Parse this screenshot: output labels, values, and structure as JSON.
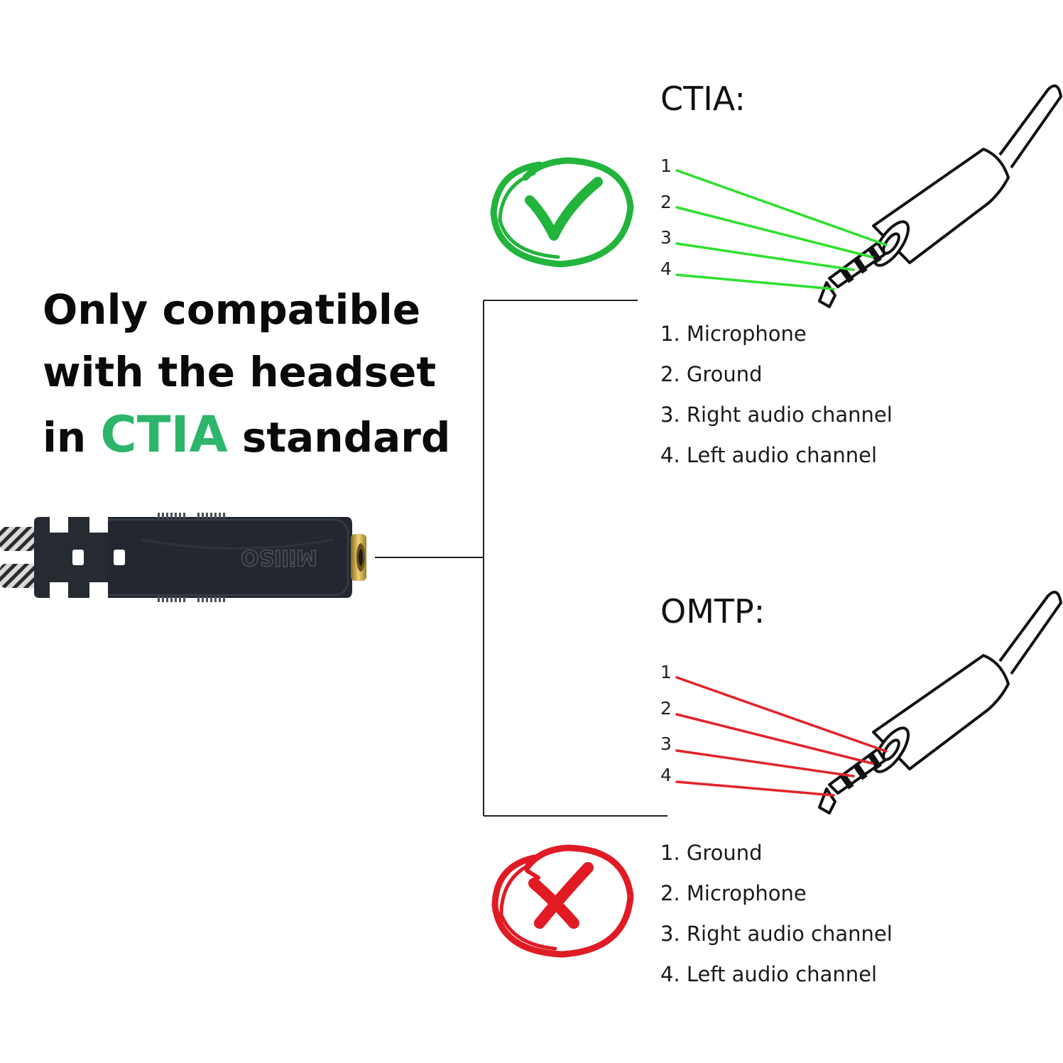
{
  "headline": {
    "line1": "Only compatible",
    "line2": "with the headset",
    "line3_prefix": "in ",
    "line3_accent": "CTIA",
    "line3_suffix": " standard"
  },
  "ctia": {
    "title": "CTIA:",
    "status": "compatible",
    "status_icon": "check-icon",
    "wire_color": "#2ee02e",
    "pin_numbers": [
      "1",
      "2",
      "3",
      "4"
    ],
    "legend": [
      "1. Microphone",
      "2. Ground",
      "3. Right audio channel",
      "4. Left audio channel"
    ]
  },
  "omtp": {
    "title": "OMTP:",
    "status": "incompatible",
    "status_icon": "cross-icon",
    "wire_color": "#e0242a",
    "pin_numbers": [
      "1",
      "2",
      "3",
      "4"
    ],
    "legend": [
      "1. Ground",
      "2. Microphone",
      "3. Right audio channel",
      "4. Left audio channel"
    ]
  },
  "connector": {
    "brand_text": "MillSO"
  },
  "colors": {
    "accent": "#2db56b",
    "check_green": "#22b43c",
    "cross_red": "#e01b24",
    "connector_body": "#23272f",
    "gold": "#c9a13a"
  }
}
